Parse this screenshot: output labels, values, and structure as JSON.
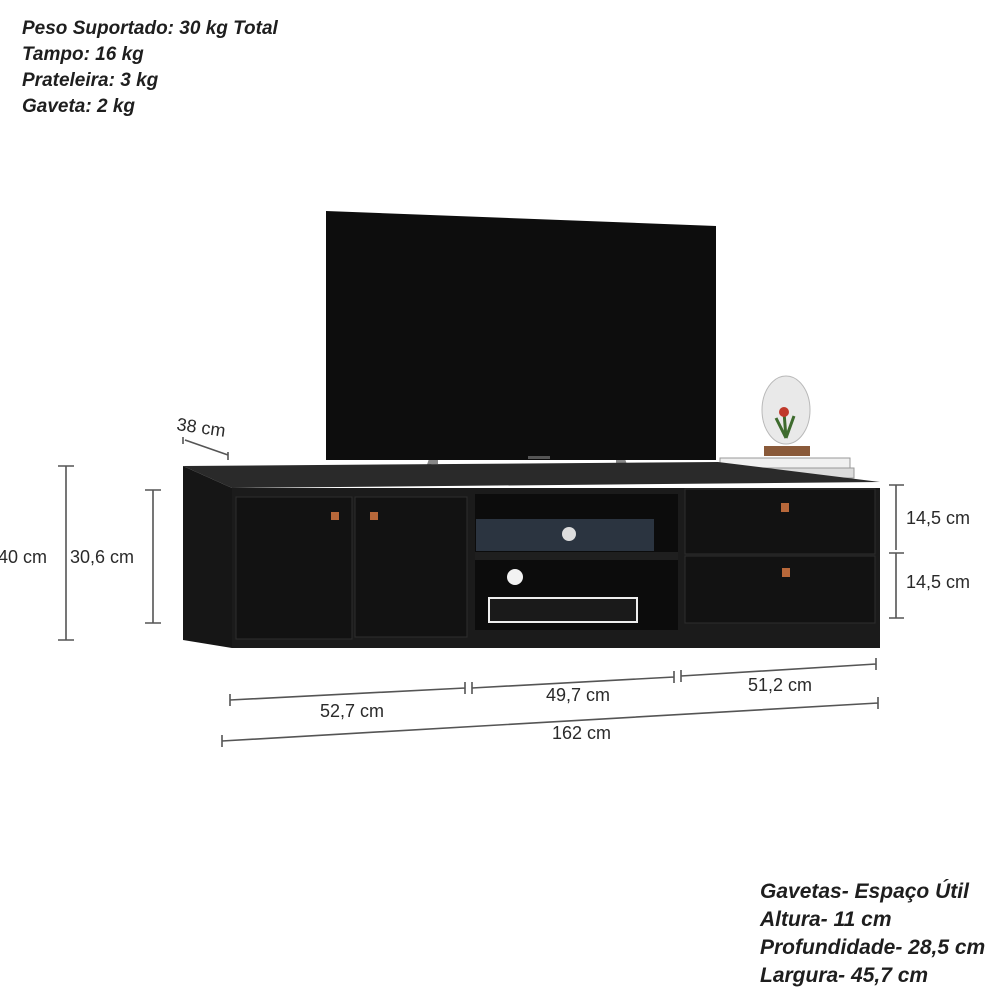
{
  "top_specs": {
    "line1": "Peso Suportado: 30 kg Total",
    "line2": "Tampo: 16 kg",
    "line3": "Prateleira: 3 kg",
    "line4": "Gaveta: 2 kg"
  },
  "bottom_specs": {
    "line1": "Gavetas- Espaço Útil",
    "line2": "Altura- 11 cm",
    "line3": "Profundidade- 28,5 cm",
    "line4": "Largura- 45,7 cm"
  },
  "dimensions": {
    "depth": "38 cm",
    "total_height": "40 cm",
    "inner_height": "30,6 cm",
    "drawer_top": "14,5 cm",
    "drawer_bottom": "14,5 cm",
    "left_width": "52,7 cm",
    "middle_width": "49,7 cm",
    "right_width": "51,2 cm",
    "total_width": "162 cm"
  },
  "colors": {
    "furniture": "#1b1b1b",
    "handle": "#b8683a"
  }
}
